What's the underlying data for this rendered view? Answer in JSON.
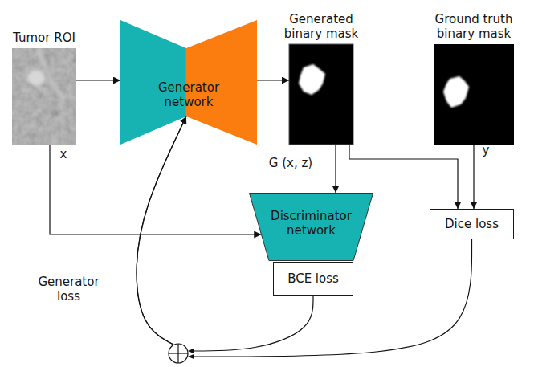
{
  "diagram": {
    "nodes": [
      {
        "text": [
          "Tumor ROI"
        ]
      },
      {
        "text": [
          "Generator network"
        ]
      },
      {
        "text": [
          "Generated binary mask"
        ]
      },
      {
        "text": [
          "Ground truth binary mask"
        ]
      },
      {
        "text": [
          "Discriminator network"
        ]
      },
      {
        "text": [
          "BCE loss"
        ]
      },
      {
        "text": [
          "Dice loss"
        ]
      }
    ],
    "edges": [
      {
        "from": 0,
        "to": 1,
        "arrow": "to"
      },
      {
        "from": 1,
        "to": 2,
        "arrow": "to"
      },
      {
        "from": 0,
        "to": 4,
        "arrow": "to"
      },
      {
        "from": 2,
        "to": 4,
        "arrow": "to"
      },
      {
        "from": 2,
        "to": 6,
        "arrow": "to"
      },
      {
        "from": 3,
        "to": 6,
        "arrow": "to"
      },
      {
        "from": 5,
        "to": 1,
        "arrow": "to"
      },
      {
        "from": 6,
        "to": 1,
        "arrow": "to"
      }
    ],
    "labels": [
      "x",
      "G (x, z)",
      "y",
      "Generator loss"
    ]
  }
}
